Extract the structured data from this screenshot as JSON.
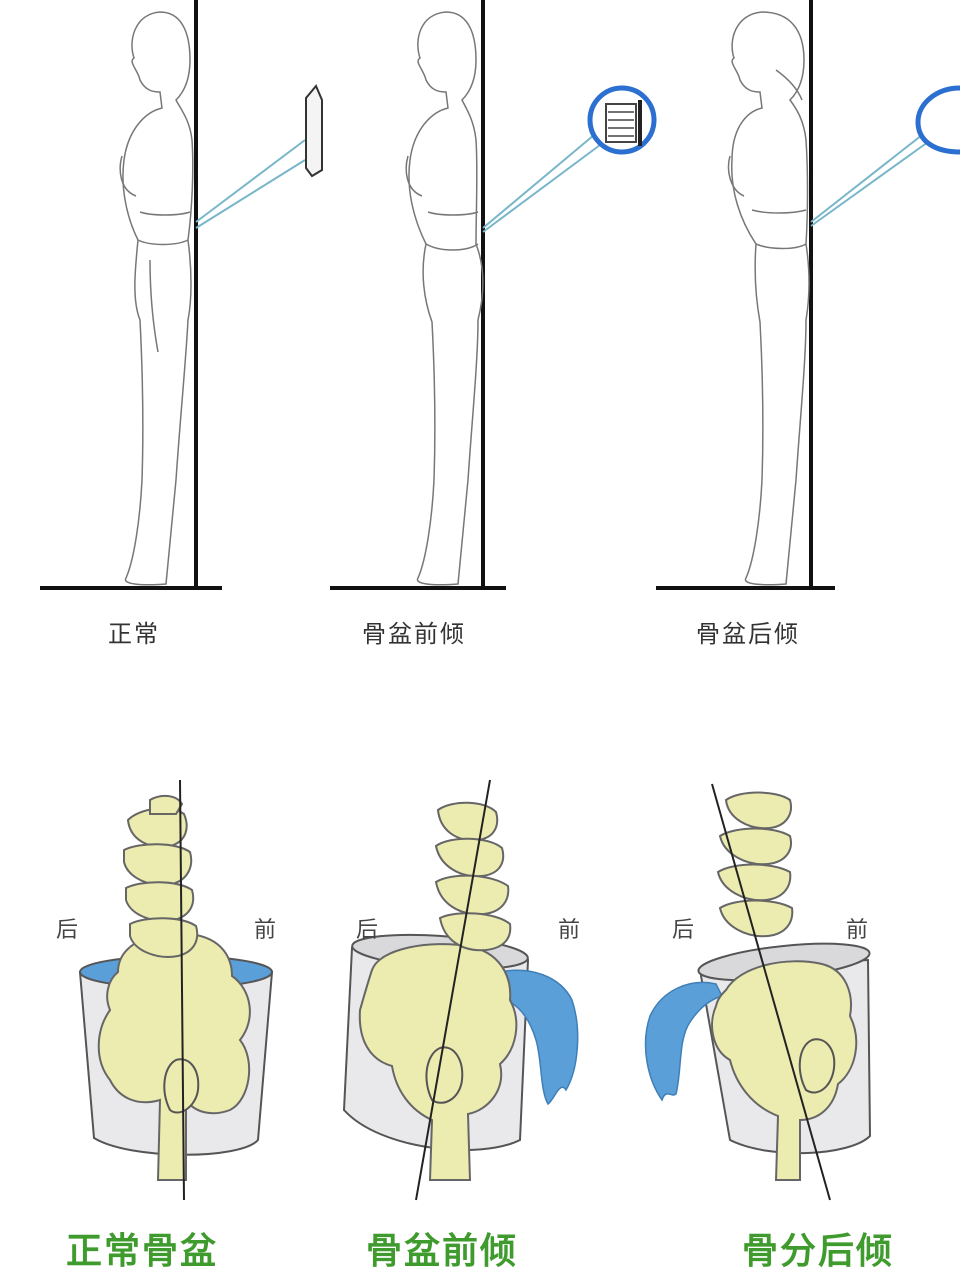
{
  "top_panels": [
    {
      "label": "正常"
    },
    {
      "label": "骨盆前倾"
    },
    {
      "label": "骨盆后倾"
    }
  ],
  "bottom_panels": [
    {
      "label": "正常骨盆",
      "back": "后",
      "front": "前"
    },
    {
      "label": "骨盆前倾",
      "back": "后",
      "front": "前"
    },
    {
      "label": "骨分后倾",
      "back": "后",
      "front": "前"
    }
  ],
  "colors": {
    "bone": "#ecebb0",
    "water": "#5a9fd8",
    "label_green": "#3f9b2e",
    "bucket": "#e3e3e6",
    "magnifier_ring": "#2b6fd0"
  }
}
